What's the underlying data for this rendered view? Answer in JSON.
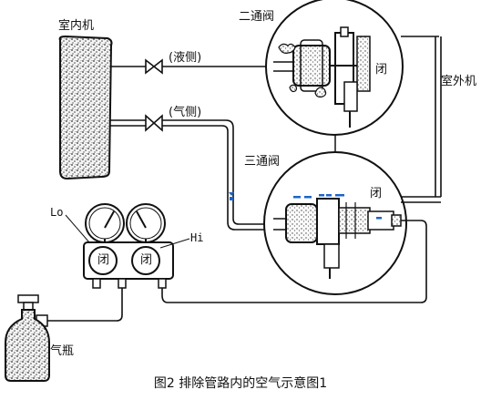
{
  "labels": {
    "indoor_unit": "室内机",
    "liquid_side": "(液侧)",
    "gas_side": "(气侧)",
    "two_way_valve": "二通阀",
    "three_way_valve": "三通阀",
    "outdoor_unit": "室外机",
    "closed_2way": "闭",
    "closed_3way": "闭",
    "lo": "Lo",
    "hi": "Hi",
    "gauge_closed_lo": "闭",
    "gauge_closed_hi": "闭",
    "gas_cylinder": "气瓶"
  },
  "caption": "图2 排除管路内的空气示意图1",
  "colors": {
    "ink": "#111111",
    "accent": "#1e64c8"
  }
}
